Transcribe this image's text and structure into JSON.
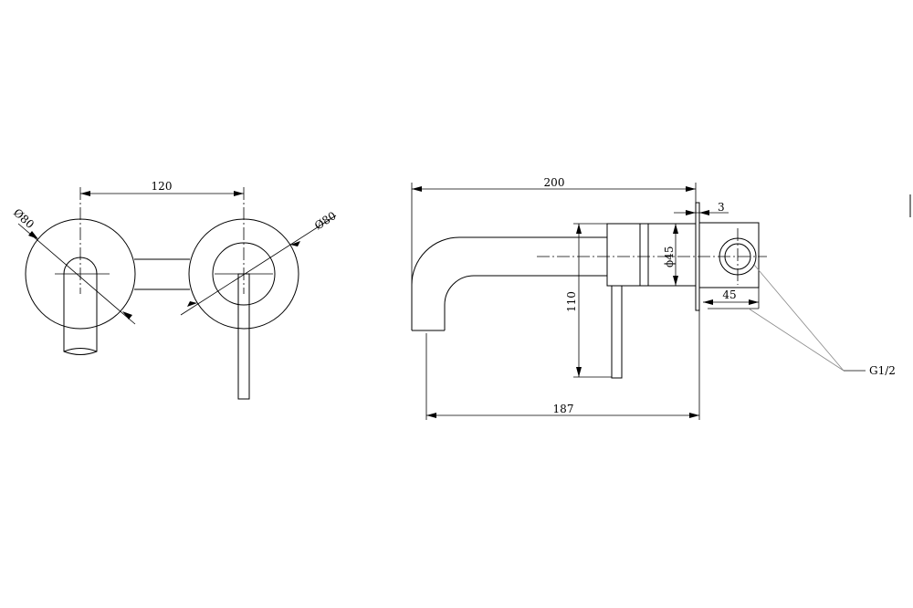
{
  "dimensions": {
    "front_spacing": "120",
    "left_diameter": "Ø80",
    "right_diameter": "Ø80",
    "side_total_length": "200",
    "side_spout_length": "187",
    "side_height": "110",
    "body_diameter": "ϕ45",
    "plate_thickness": "3",
    "box_depth": "45",
    "thread": "G1/2"
  }
}
